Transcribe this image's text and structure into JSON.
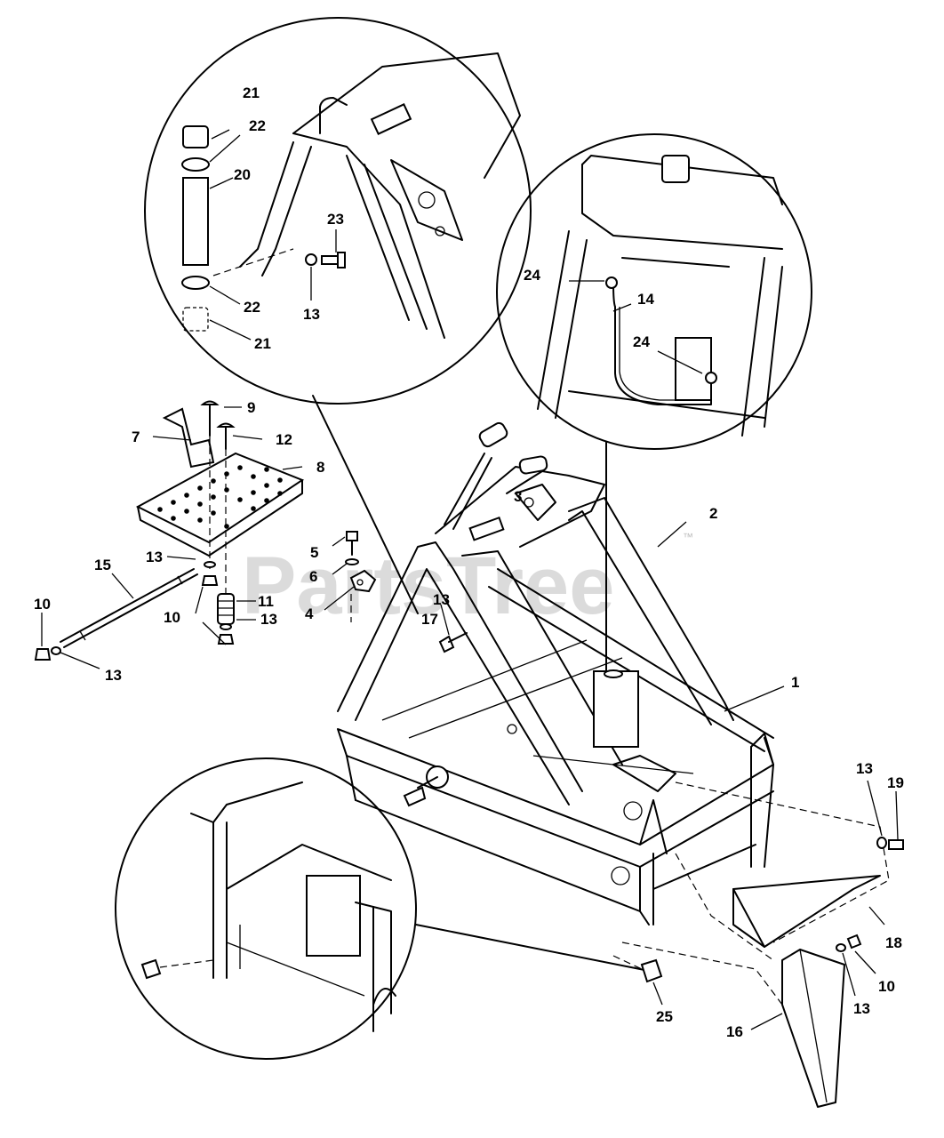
{
  "watermark": {
    "text": "PartsTree",
    "trademark": "™"
  },
  "labels": {
    "l1": "1",
    "l2": "2",
    "l3": "3",
    "l4": "4",
    "l5": "5",
    "l6": "6",
    "l7": "7",
    "l8": "8",
    "l9": "9",
    "l10a": "10",
    "l10b": "10",
    "l10c": "10",
    "l11": "11",
    "l12": "12",
    "l13a": "13",
    "l13b": "13",
    "l13c": "13",
    "l13d": "13",
    "l13e": "13",
    "l13f": "13",
    "l13g": "13",
    "l14": "14",
    "l15": "15",
    "l16": "16",
    "l17": "17",
    "l18": "18",
    "l19": "19",
    "l20": "20",
    "l21a": "21",
    "l21b": "21",
    "l22a": "22",
    "l22b": "22",
    "l23": "23",
    "l24a": "24",
    "l24b": "24",
    "l25": "25"
  }
}
